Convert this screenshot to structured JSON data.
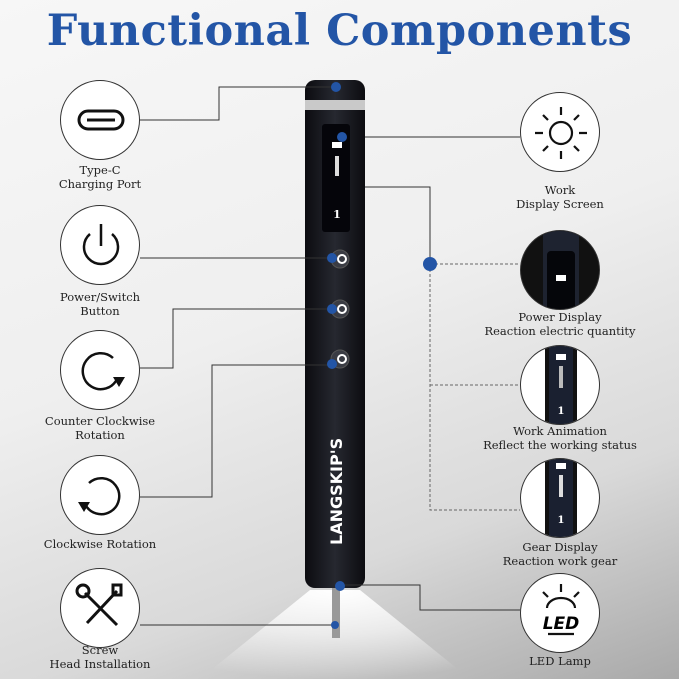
{
  "title": "Functional Components",
  "brand": "LANGSKIP'S",
  "accent_color": "#2355a6",
  "left_features": [
    {
      "icon": "usb-c-icon",
      "line1": "Type-C",
      "line2": "Charging Port"
    },
    {
      "icon": "power-icon",
      "line1": "Power/Switch",
      "line2": "Button"
    },
    {
      "icon": "counter-clockwise-icon",
      "line1": "Counter Clockwise",
      "line2": "Rotation"
    },
    {
      "icon": "clockwise-icon",
      "line1": "Clockwise Rotation",
      "line2": ""
    },
    {
      "icon": "screwdriver-wrench-icon",
      "line1": "Screw",
      "line2": "Head Installation"
    }
  ],
  "right_features": [
    {
      "icon": "sun-icon",
      "line1": "Work",
      "line2": "Display Screen"
    },
    {
      "icon": "battery-display-photo",
      "line1": "Power Display",
      "line2": "Reaction electric quantity"
    },
    {
      "icon": "work-animation-photo",
      "line1": "Work Animation",
      "line2": "Reflect the working status"
    },
    {
      "icon": "gear-display-photo",
      "line1": "Gear Display",
      "line2": "Reaction work gear"
    },
    {
      "icon": "led-icon",
      "line1": "LED Lamp",
      "line2": "",
      "icon_text": "LED"
    }
  ],
  "display": {
    "gear_number": "1"
  }
}
